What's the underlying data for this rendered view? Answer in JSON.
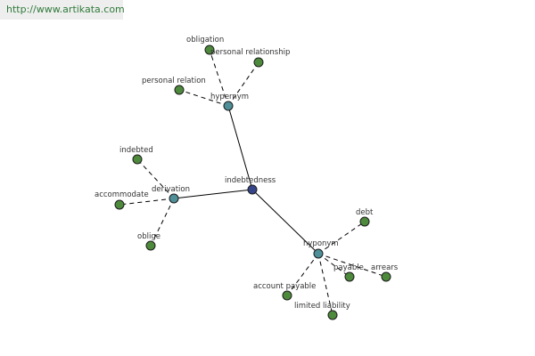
{
  "watermark": "http://www.artikata.com",
  "graph": {
    "root": "indebtedness",
    "relations": [
      {
        "label": "hypernym",
        "terms": [
          "obligation",
          "personal relationship",
          "personal relation"
        ]
      },
      {
        "label": "derivation",
        "terms": [
          "indebted",
          "accommodate",
          "oblige"
        ]
      },
      {
        "label": "hyponym",
        "terms": [
          "debt",
          "payable",
          "arrears",
          "account payable",
          "limited liability"
        ]
      }
    ]
  },
  "colors": {
    "root_node": "#36458a",
    "relation_node": "#4f8f98",
    "term_node": "#4e8a3c",
    "edge": "#000000",
    "watermark_text": "#2f7a3a",
    "watermark_bg": "#eeeeee"
  }
}
